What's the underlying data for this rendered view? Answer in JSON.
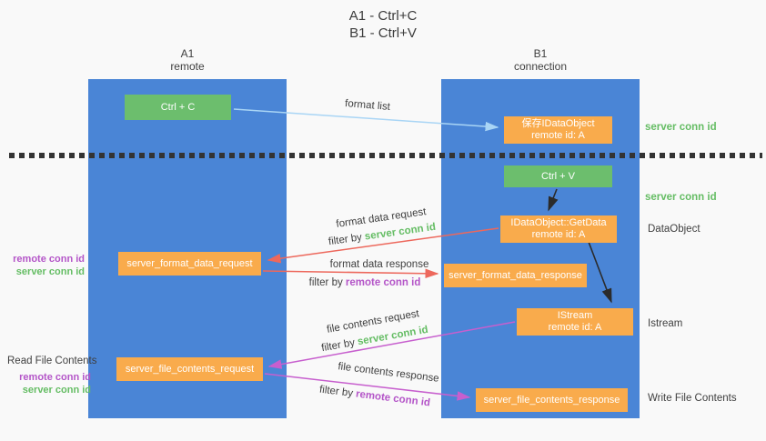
{
  "title": {
    "line1": "A1 - Ctrl+C",
    "line2": "B1 - Ctrl+V"
  },
  "columns": {
    "left": {
      "id": "A1",
      "role": "remote"
    },
    "right": {
      "id": "B1",
      "role": "connection"
    }
  },
  "boxes": {
    "ctrl_c": "Ctrl + C",
    "ctrl_v": "Ctrl + V",
    "save_dataobject": "保存IDataObject\nremote id: A",
    "getdata": "IDataObject::GetData\nremote id: A",
    "istream": "IStream\nremote id: A",
    "server_format_data_request": "server_format_data_request",
    "server_format_data_response": "server_format_data_response",
    "server_file_contents_request": "server_file_contents_request",
    "server_file_contents_response": "server_file_contents_response"
  },
  "arrow_labels": {
    "format_list": "format list",
    "format_data_request": "format data request",
    "format_data_request_filter": {
      "prefix": "filter by ",
      "id": "server conn id"
    },
    "format_data_response": "format data response",
    "format_data_response_filter": {
      "prefix": "filter by ",
      "id": "remote conn id"
    },
    "file_contents_request": "file contents request",
    "file_contents_request_filter": {
      "prefix": "filter by ",
      "id": "server conn id"
    },
    "file_contents_response": "file contents response",
    "file_contents_response_filter": {
      "prefix": "filter by ",
      "id": "remote conn id"
    }
  },
  "side_labels": {
    "server_conn_id_top_right": "server conn id",
    "server_conn_id_mid_right": "server conn id",
    "dataobject": "DataObject",
    "istream": "Istream",
    "write_file_contents": "Write File Contents",
    "read_file_contents": "Read File Contents",
    "remote_conn_id_left_top": "remote conn id",
    "server_conn_id_left_top": "server conn id",
    "remote_conn_id_left_bottom": "remote conn id",
    "server_conn_id_left_bottom": "server conn id"
  },
  "colors": {
    "column_blue": "#4a85d6",
    "box_green": "#6cbe6d",
    "box_orange": "#f9ab4c",
    "arrow_red": "#ed685c",
    "arrow_purple": "#c75fce",
    "arrow_blue": "#a9d5f5",
    "arrow_black": "#2b2b2b",
    "text_green": "#65bd64",
    "text_purple": "#b455c8",
    "text_dark": "#3f3f3f"
  }
}
